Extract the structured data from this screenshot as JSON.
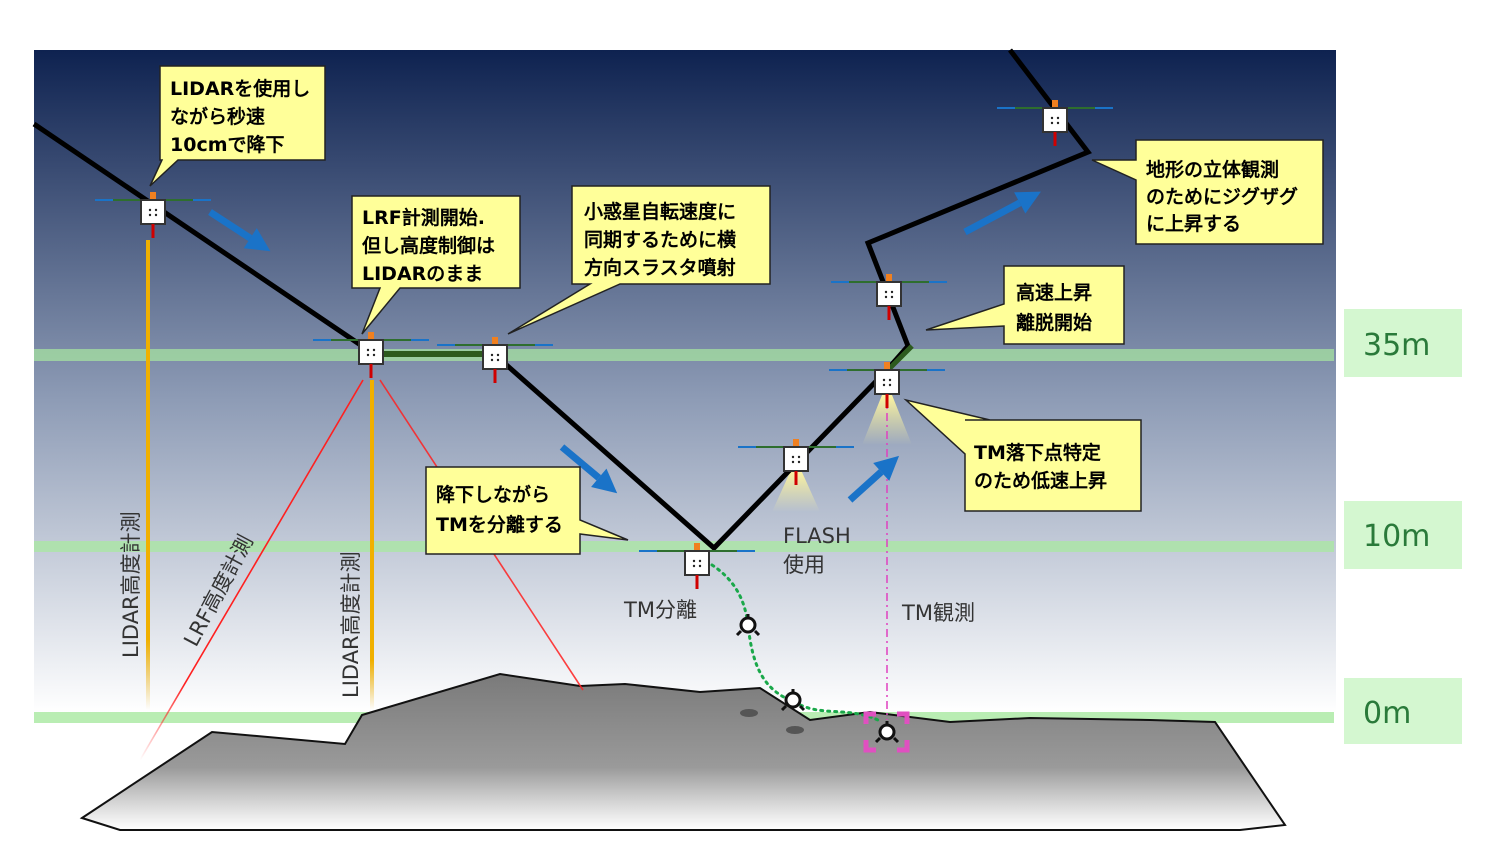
{
  "callouts": {
    "lidar_descent": [
      "LIDARを使用し",
      "ながら秒速",
      "10cmで降下"
    ],
    "lrf_start": [
      "LRF計測開始.",
      "但し高度制御は",
      "LIDARのまま"
    ],
    "sync_rotation": [
      "小惑星自転速度に",
      "同期するために横",
      "方向スラスタ噴射"
    ],
    "separate_tm": [
      "降下しながら",
      "TMを分離する"
    ],
    "fast_ascent": [
      "高速上昇",
      "離脱開始"
    ],
    "tm_locate": [
      "TM落下点特定",
      "のため低速上昇"
    ],
    "zigzag": [
      "地形の立体観測",
      "のためにジグザグ",
      "に上昇する"
    ]
  },
  "labels": {
    "lidar_meas_1": "LIDAR高度計測",
    "lrf_meas": "LRF高度計測",
    "lidar_meas_2": "LIDAR高度計測",
    "tm_separation": "TM分離",
    "flash_1": "FLASH",
    "flash_2": "使用",
    "tm_observation": "TM観測"
  },
  "altitudes": {
    "alt_35": "35m",
    "alt_10": "10m",
    "alt_0": "0m"
  },
  "colors": {
    "sky_top": "#0e2250",
    "sky_bottom": "#ffffff",
    "path": "#000000",
    "hover_segment": "#2d5a1e",
    "callout_fill": "#ffff99",
    "altitude_band": "#a8e8a0",
    "altitude_label_bg": "#d4f7d0",
    "altitude_label_text": "#2a7a3a",
    "arrow": "#1a73c8",
    "lidar_beam": "#f0b000",
    "lrf_beam": "#ff2020",
    "tm_path": "#1aa84a",
    "tm_observation_line": "#e040c0",
    "terrain": "#888888"
  }
}
